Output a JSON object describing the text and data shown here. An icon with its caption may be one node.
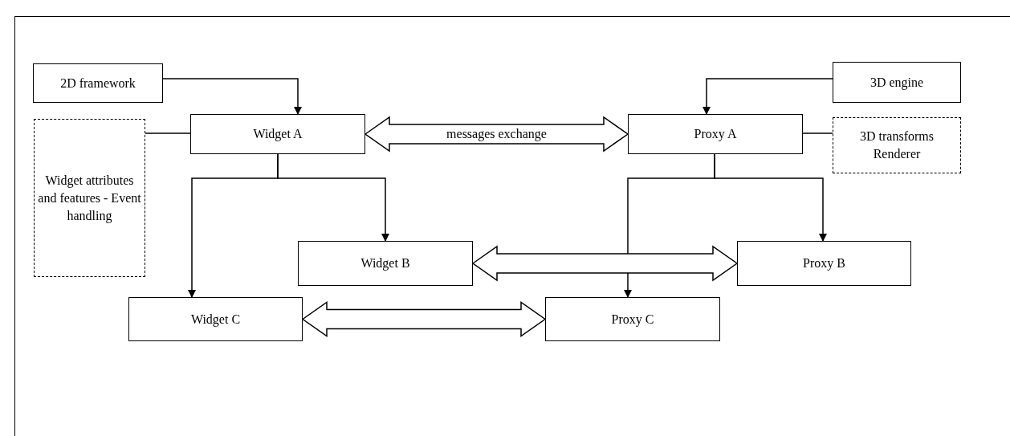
{
  "diagram": {
    "nodes": [
      {
        "text": [
          "2D framework"
        ]
      },
      {
        "text": [
          "3D engine"
        ]
      },
      {
        "text": [
          "Widget attributes and features - Event handling"
        ]
      },
      {
        "text": [
          "Widget A"
        ]
      },
      {
        "text": [
          "Proxy A"
        ]
      },
      {
        "text": [
          "3D transforms Renderer"
        ]
      },
      {
        "text": [
          "Widget B"
        ]
      },
      {
        "text": [
          "Proxy B"
        ]
      },
      {
        "text": [
          "Widget C"
        ]
      },
      {
        "text": [
          "Proxy C"
        ]
      }
    ],
    "edges": [
      {
        "from": 0,
        "to": 3,
        "arrow": "to"
      },
      {
        "from": 1,
        "to": 4,
        "arrow": "to"
      },
      {
        "from": 2,
        "to": 3,
        "arrow": "none"
      },
      {
        "from": 4,
        "to": 5,
        "arrow": "none"
      },
      {
        "from": 3,
        "to": 6,
        "arrow": "to"
      },
      {
        "from": 3,
        "to": 8,
        "arrow": "to"
      },
      {
        "from": 4,
        "to": 7,
        "arrow": "to"
      },
      {
        "from": 4,
        "to": 9,
        "arrow": "to"
      },
      {
        "from": 3,
        "to": 4,
        "arrow": "both",
        "style": "thick",
        "label": "messages exchange"
      },
      {
        "from": 6,
        "to": 7,
        "arrow": "both",
        "style": "thick"
      },
      {
        "from": 8,
        "to": 9,
        "arrow": "both",
        "style": "thick"
      }
    ]
  }
}
